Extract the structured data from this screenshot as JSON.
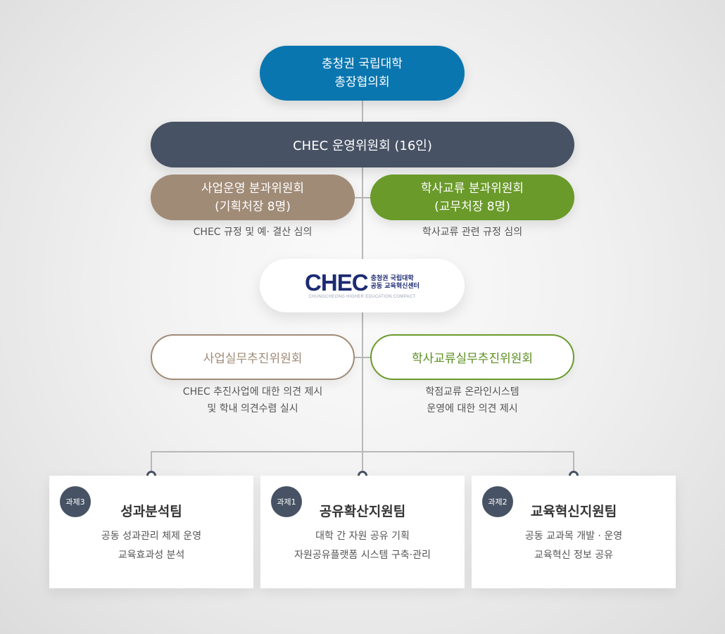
{
  "top_node": {
    "line1": "충청권 국립대학",
    "line2": "총장협의회"
  },
  "steering_committee": {
    "label": "CHEC 운영위원회 (16인)"
  },
  "subcommittees": [
    {
      "line1": "사업운영 분과위원회",
      "line2": "(기획처장 8명)",
      "desc": "CHEC 규정 및 예· 결산 심의",
      "color": "#a08b77"
    },
    {
      "line1": "학사교류 분과위원회",
      "line2": "(교무처장 8명)",
      "desc": "학사교류 관련 규정 심의",
      "color": "#6a9a2a"
    }
  ],
  "logo": {
    "mark": "CHEC",
    "kr_line1": "충청권 국립대학",
    "kr_line2": "공동 교육혁신센터",
    "en": "CHUNGCHEONG HIGHER EDUCATION COMPACT"
  },
  "working_committees": [
    {
      "label": "사업실무추진위원회",
      "desc1": "CHEC 추진사업에 대한 의견 제시",
      "desc2": "및 학내 의견수렴 실시"
    },
    {
      "label": "학사교류실무추진위원회",
      "desc1": "학점교류 온라인시스템",
      "desc2": "운영에 대한 의견 제시"
    }
  ],
  "teams": [
    {
      "badge": "과제3",
      "title": "성과분석팀",
      "desc1": "공동 성과관리 체제 운영",
      "desc2": "교육효과성 분석"
    },
    {
      "badge": "과제1",
      "title": "공유확산지원팀",
      "desc1": "대학 간 자원 공유 기획",
      "desc2": "자원공유플랫폼 시스템 구축·관리"
    },
    {
      "badge": "과제2",
      "title": "교육혁신지원팀",
      "desc1": "공동 교과목 개발 · 운영",
      "desc2": "교육혁신 정보 공유"
    }
  ],
  "colors": {
    "primary_blue": "#0a76b0",
    "navy": "#475264",
    "brown": "#a08b77",
    "green": "#6a9a2a"
  }
}
